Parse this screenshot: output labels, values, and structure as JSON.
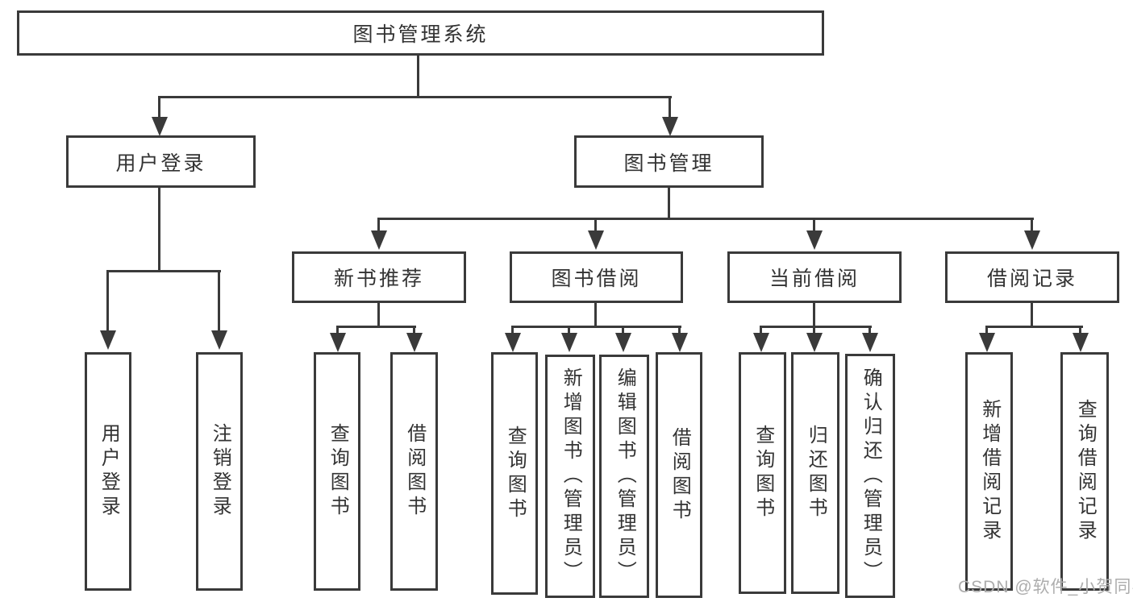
{
  "colors": {
    "line": "#3a3a3a",
    "text": "#333333",
    "watermark": "#adadad",
    "background": "#ffffff"
  },
  "watermark": {
    "text": "CSDN @软件_小贺同学"
  },
  "diagram": {
    "root": {
      "label": "图书管理系统"
    },
    "level2": [
      {
        "label": "用户登录",
        "children": [
          {
            "label": "用户登录"
          },
          {
            "label": "注销登录"
          }
        ]
      },
      {
        "label": "图书管理",
        "children": [
          {
            "label": "新书推荐",
            "children": [
              {
                "label": "查询图书"
              },
              {
                "label": "借阅图书"
              }
            ]
          },
          {
            "label": "图书借阅",
            "children": [
              {
                "label": "查询图书"
              },
              {
                "label": "新增图书（管理员）"
              },
              {
                "label": "编辑图书（管理员）"
              },
              {
                "label": "借阅图书"
              }
            ]
          },
          {
            "label": "当前借阅",
            "children": [
              {
                "label": "查询图书"
              },
              {
                "label": "归还图书"
              },
              {
                "label": "确认归还（管理员）"
              }
            ]
          },
          {
            "label": "借阅记录",
            "children": [
              {
                "label": "新增借阅记录"
              },
              {
                "label": "查询借阅记录"
              }
            ]
          }
        ]
      }
    ]
  }
}
